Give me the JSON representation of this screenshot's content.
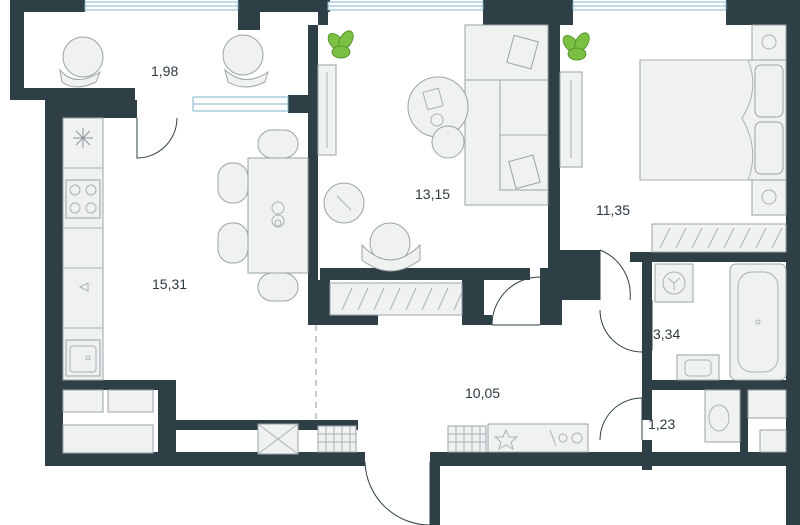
{
  "rooms": [
    {
      "id": "balcony",
      "area": "1,98"
    },
    {
      "id": "kitchen-living",
      "area": "15,31"
    },
    {
      "id": "living-room",
      "area": "13,15"
    },
    {
      "id": "bedroom",
      "area": "11,35"
    },
    {
      "id": "hallway",
      "area": "10,05"
    },
    {
      "id": "bathroom",
      "area": "3,34"
    },
    {
      "id": "toilet",
      "area": "1,23"
    }
  ],
  "colors": {
    "wall": "#2e3f45",
    "furniture_fill": "#f0f1f1",
    "furniture_stroke": "#9aa4a8",
    "window": "#7fb3cf",
    "plant": "#7bc043"
  }
}
